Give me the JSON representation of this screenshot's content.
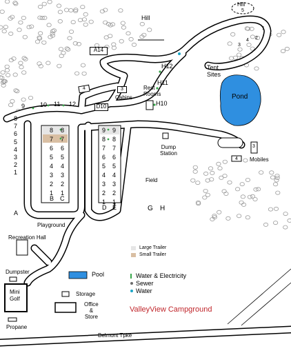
{
  "title": "ValleyView Campground",
  "colors": {
    "title": "#c0262b",
    "pond": "#2f8fe0",
    "pool": "#2f8fe0",
    "tree": "#9a9a9a",
    "large_trailer": "#e6e6e6",
    "small_trailer": "#d9bfa3",
    "water_electric": "#39a84b",
    "sewer": "#6b6b6b",
    "water": "#1ba6c7"
  },
  "labels": {
    "hill_top": "Hill",
    "hill_right": "Hill",
    "a14": "A14",
    "h12": "H12",
    "h11": "H11",
    "h10": "H10",
    "tent_sites": "Tent\nSites",
    "pond": "Pond",
    "rest_rooms": "Rest\nRooms",
    "cabins": "Cabins",
    "d10": "D10",
    "dump_station": "Dump\nStation",
    "mobiles": "Mobiles",
    "field": "Field",
    "g": "G",
    "h": "H",
    "playground": "Playground",
    "recreation_hall": "Recreation Hall",
    "dumpster": "Dumpster",
    "mini_golf": "Mini\nGolf",
    "propane": "Propane",
    "pool": "Pool",
    "storage": "Storage",
    "office_store": "Office\n&\nStore",
    "belmont_tpke": "Belmont Tpke",
    "row_a": "A",
    "row_b": "B",
    "row_c": "C",
    "row_d": "D",
    "row_e": "E",
    "box_1": "1",
    "box_2": "2",
    "box_3_cabins": "3",
    "box_3_mobiles": "3",
    "box_4_hill": "4",
    "box_4_mobiles": "4"
  },
  "top_row_sites": [
    "9",
    "10",
    "11",
    "12"
  ],
  "left_row_sites": [
    "8",
    "7",
    "6",
    "5",
    "4",
    "3",
    "2",
    "1"
  ],
  "row_b_sites": [
    "8",
    "7",
    "6",
    "5",
    "4",
    "3",
    "2",
    "1"
  ],
  "row_c_sites": [
    "8",
    "7",
    "6",
    "5",
    "4",
    "3",
    "2",
    "1"
  ],
  "row_d_sites": [
    "9",
    "8",
    "7",
    "6",
    "5",
    "4",
    "3",
    "2",
    "1"
  ],
  "row_e_sites": [
    "9",
    "8",
    "7",
    "6",
    "5",
    "4",
    "3",
    "2",
    "1"
  ],
  "hill_sites": [
    "1",
    "2",
    "3",
    "4",
    "5"
  ],
  "legend": {
    "large_trailer": "Large Trailer",
    "small_trailer": "Small Trailer",
    "water_electric": "Water & Electricity",
    "sewer": "Sewer",
    "water": "Water"
  }
}
